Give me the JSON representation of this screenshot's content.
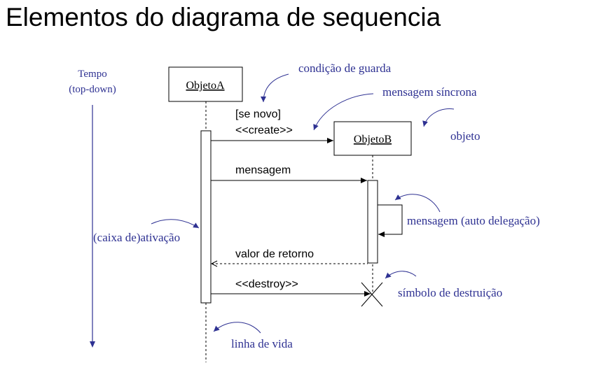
{
  "slide": {
    "title": "Elementos do diagrama de sequencia"
  },
  "colors": {
    "annotation": "#2e3192",
    "ink": "#000000",
    "background": "#ffffff"
  },
  "diagram": {
    "time_axis": {
      "label_line1": "Tempo",
      "label_line2": "(top-down)"
    },
    "objects": {
      "object_a": "ObjetoA",
      "object_b": "ObjetoB"
    },
    "messages": {
      "guard": "[se novo]",
      "create": "<<create>>",
      "message": "mensagem",
      "return_value": "valor de retorno",
      "destroy": "<<destroy>>"
    },
    "annotations": {
      "guard_condition": "condição de guarda",
      "synchronous_message": "mensagem síncrona",
      "object": "objeto",
      "self_delegation": "mensagem  (auto delegação)",
      "activation_box": "(caixa de)ativação",
      "destruction_symbol": "símbolo de destruição",
      "lifeline": "linha de vida"
    }
  }
}
